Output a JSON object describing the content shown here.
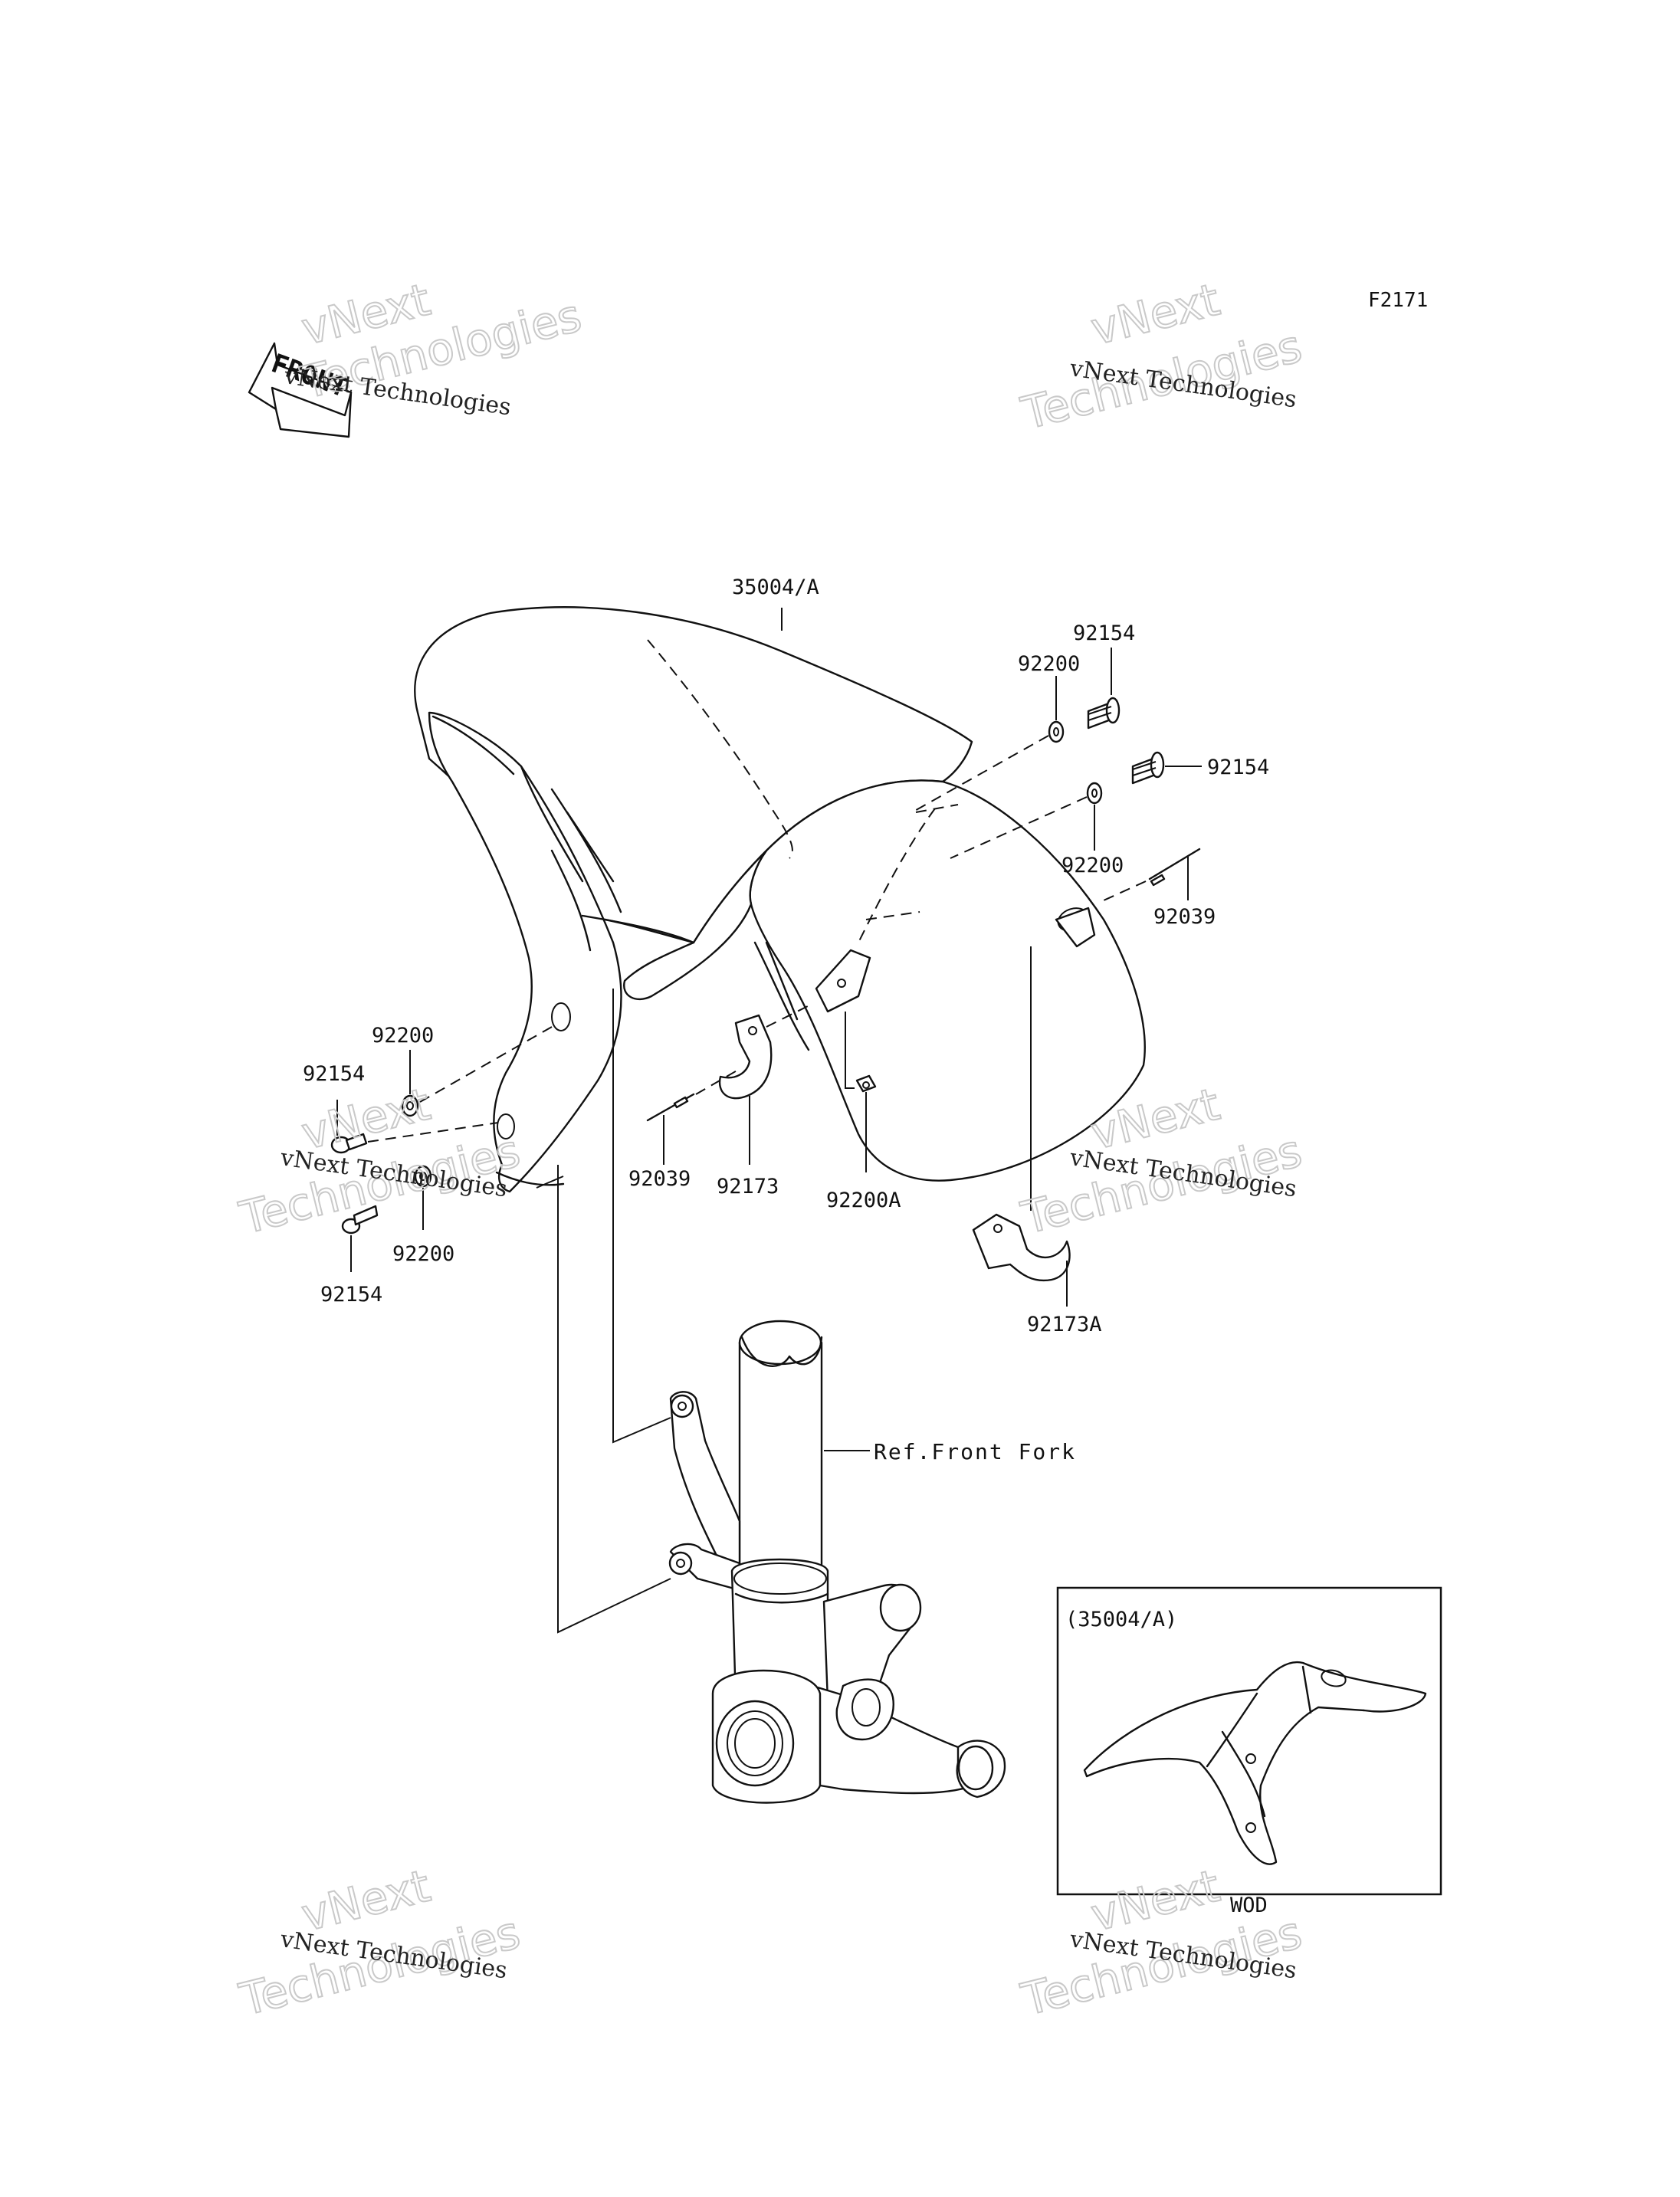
{
  "diagram_code": "F2171",
  "front_arrow_label": "FRONT",
  "watermark": {
    "brand": "vNext",
    "subtitle": "vNext Technologies",
    "big": "Technologies"
  },
  "parts": {
    "fender": "35004/A",
    "bolt_top": "92154",
    "washer_top": "92200",
    "bolt_right": "92154",
    "washer_right": "92200",
    "clip_right": "92039",
    "washer_left_upper": "92200",
    "bolt_left_upper": "92154",
    "clip_left": "92039",
    "clamp_center": "92173",
    "nut_center": "92200A",
    "washer_left_lower": "92200",
    "bolt_left_lower": "92154",
    "clamp_right": "92173A"
  },
  "reference": {
    "front_fork": "Ref.Front Fork"
  },
  "inset": {
    "title": "(35004/A)",
    "note": "WOD"
  }
}
